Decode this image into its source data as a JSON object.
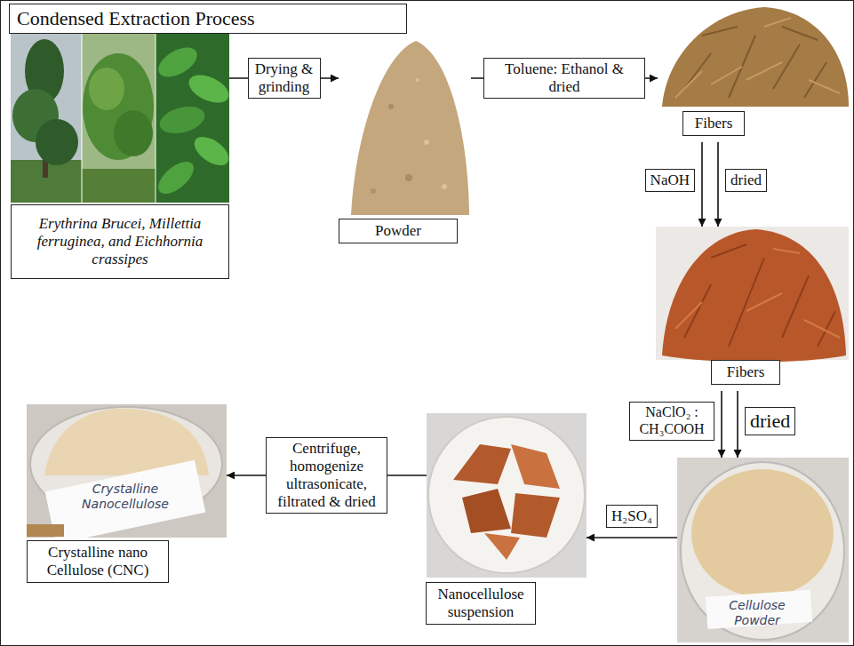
{
  "diagram": {
    "title": "Condensed Extraction Process",
    "nodes": [
      {
        "text": [
          "Erythrina Brucei, Millettia ferruginea, and Eichhornia crassipes"
        ]
      },
      {
        "text": [
          "Powder"
        ]
      },
      {
        "text": [
          "Fibers"
        ]
      },
      {
        "text": [
          "Fibers"
        ]
      },
      {
        "text": [
          "Cellulose Powder"
        ]
      },
      {
        "text": [
          "Nanocellulose suspension"
        ]
      },
      {
        "text": [
          "Crystalline Nanocellulose",
          "Crystalline nano Cellulose (CNC)"
        ]
      }
    ],
    "edges": [
      {
        "from": 0,
        "to": 1,
        "label": "Drying & grinding",
        "arrow": "to"
      },
      {
        "from": 1,
        "to": 2,
        "label": "Toluene: Ethanol & dried",
        "arrow": "to"
      },
      {
        "from": 2,
        "to": 3,
        "label": "NaOH",
        "arrow": "to"
      },
      {
        "from": 2,
        "to": 3,
        "label": "dried",
        "arrow": "to"
      },
      {
        "from": 3,
        "to": 4,
        "label": "NaClO₂ : CH₃COOH",
        "arrow": "to"
      },
      {
        "from": 3,
        "to": 4,
        "label": "dried",
        "arrow": "to"
      },
      {
        "from": 4,
        "to": 5,
        "label": "H₂SO₄",
        "arrow": "to"
      },
      {
        "from": 5,
        "to": 6,
        "label": "Centrifuge, homogenize ultrasonicate, filtrated & dried",
        "arrow": "to"
      }
    ]
  }
}
